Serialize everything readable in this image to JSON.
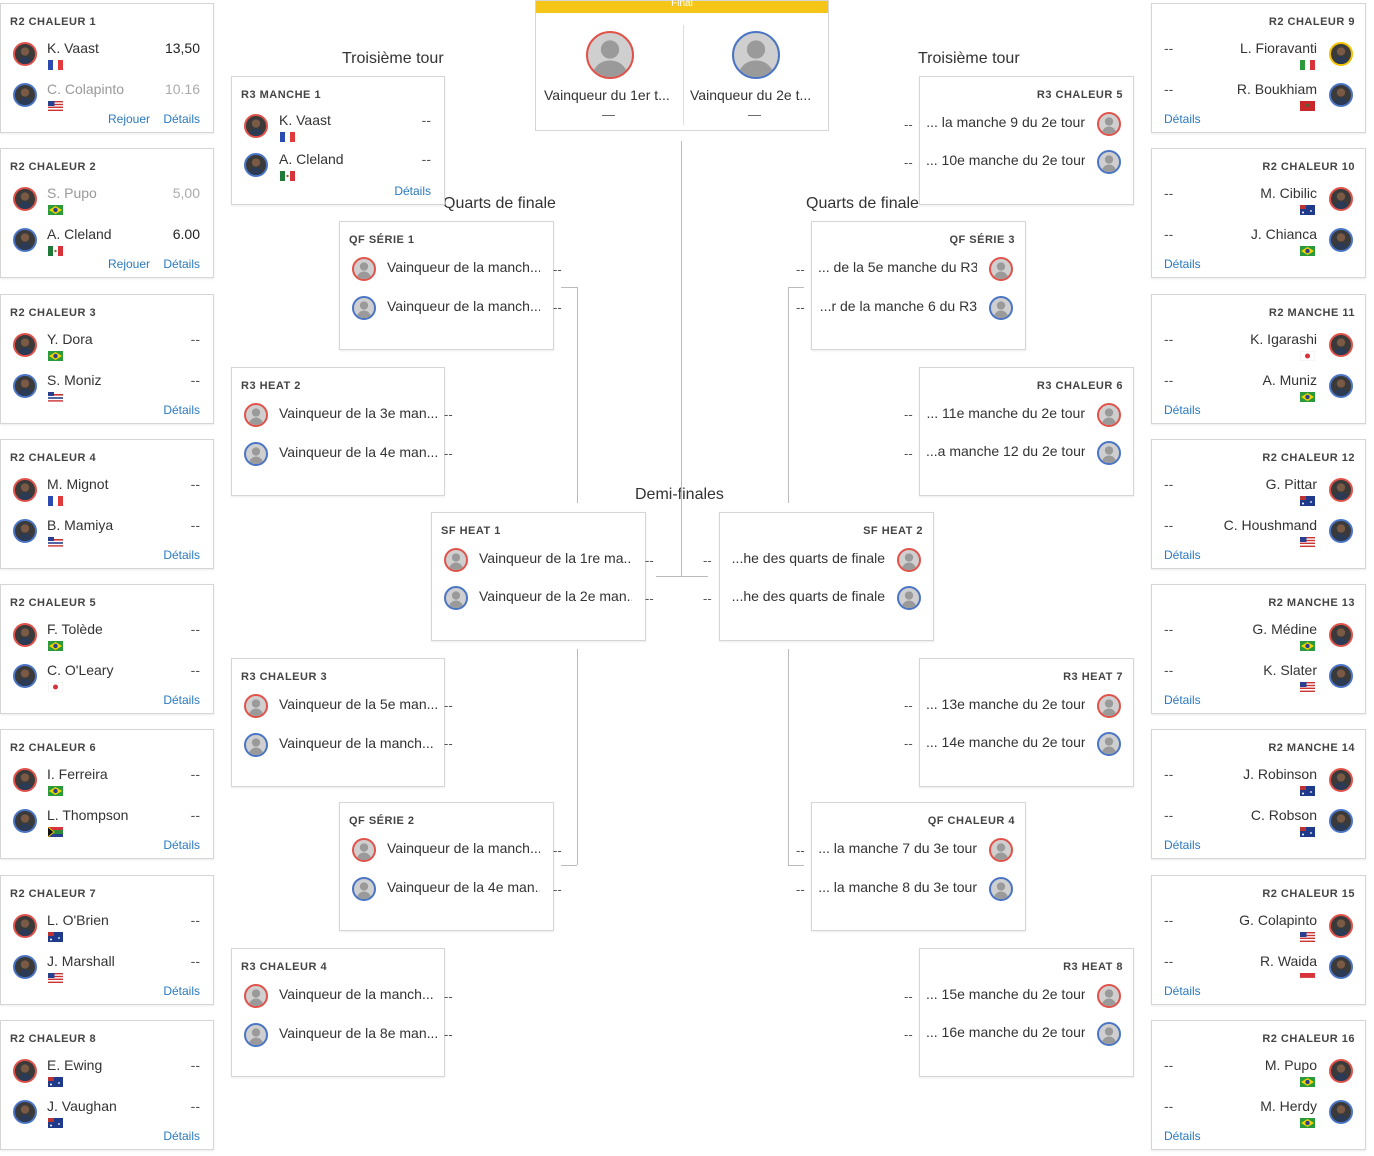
{
  "rounds": {
    "third_left": "Troisième tour",
    "third_right": "Troisième tour",
    "qf_left": "Quarts de finale",
    "qf_right": "Quarts de finale",
    "semis": "Demi-finales"
  },
  "final": {
    "label": "Final",
    "p1": {
      "name": "Vainqueur du 1er t...",
      "score": "—"
    },
    "p2": {
      "name": "Vainqueur du 2e t...",
      "score": "—"
    }
  },
  "links": {
    "rejouer": "Rejouer",
    "details": "Détails"
  },
  "r2_left": [
    {
      "title": "R2 CHALEUR 1",
      "replay": true,
      "p1": {
        "name": "K. Vaast",
        "flag": "fr",
        "score": "13,50",
        "win": true,
        "faded": false
      },
      "p2": {
        "name": "C. Colapinto",
        "flag": "us",
        "score": "10.16",
        "win": false,
        "faded": true
      }
    },
    {
      "title": "R2 CHALEUR 2",
      "replay": true,
      "p1": {
        "name": "S. Pupo",
        "flag": "br",
        "score": "5,00",
        "win": false,
        "faded": true
      },
      "p2": {
        "name": "A. Cleland",
        "flag": "mx",
        "score": "6.00",
        "win": true,
        "faded": false
      }
    },
    {
      "title": "R2 CHALEUR 3",
      "replay": false,
      "p1": {
        "name": "Y. Dora",
        "flag": "br",
        "score": "--"
      },
      "p2": {
        "name": "S. Moniz",
        "flag": "hi",
        "score": "--"
      }
    },
    {
      "title": "R2 CHALEUR 4",
      "replay": false,
      "p1": {
        "name": "M. Mignot",
        "flag": "fr",
        "score": "--"
      },
      "p2": {
        "name": "B. Mamiya",
        "flag": "hi",
        "score": "--"
      }
    },
    {
      "title": "R2 CHALEUR 5",
      "replay": false,
      "p1": {
        "name": "F. Tolède",
        "flag": "br",
        "score": "--"
      },
      "p2": {
        "name": "C. O'Leary",
        "flag": "jp",
        "score": "--"
      }
    },
    {
      "title": "R2 CHALEUR 6",
      "replay": false,
      "p1": {
        "name": "I. Ferreira",
        "flag": "br",
        "score": "--"
      },
      "p2": {
        "name": "L. Thompson",
        "flag": "za",
        "score": "--"
      }
    },
    {
      "title": "R2 CHALEUR 7",
      "replay": false,
      "p1": {
        "name": "L. O'Brien",
        "flag": "au",
        "score": "--"
      },
      "p2": {
        "name": "J. Marshall",
        "flag": "us",
        "score": "--"
      }
    },
    {
      "title": "R2 CHALEUR 8",
      "replay": false,
      "p1": {
        "name": "E. Ewing",
        "flag": "au",
        "score": "--"
      },
      "p2": {
        "name": "J. Vaughan",
        "flag": "au",
        "score": "--"
      }
    }
  ],
  "r2_right": [
    {
      "title": "R2 CHALEUR 9",
      "p1": {
        "name": "L. Fioravanti",
        "flag": "it",
        "score": "--"
      },
      "p2": {
        "name": "R. Boukhiam",
        "flag": "ma",
        "score": "--"
      }
    },
    {
      "title": "R2 CHALEUR 10",
      "p1": {
        "name": "M. Cibilic",
        "flag": "au",
        "score": "--"
      },
      "p2": {
        "name": "J. Chianca",
        "flag": "br",
        "score": "--"
      }
    },
    {
      "title": "R2 MANCHE 11",
      "p1": {
        "name": "K. Igarashi",
        "flag": "jp",
        "score": "--"
      },
      "p2": {
        "name": "A. Muniz",
        "flag": "br",
        "score": "--"
      }
    },
    {
      "title": "R2 CHALEUR 12",
      "p1": {
        "name": "G. Pittar",
        "flag": "au",
        "score": "--"
      },
      "p2": {
        "name": "C. Houshmand",
        "flag": "us",
        "score": "--"
      }
    },
    {
      "title": "R2 MANCHE 13",
      "p1": {
        "name": "G. Médine",
        "flag": "br",
        "score": "--"
      },
      "p2": {
        "name": "K. Slater",
        "flag": "us",
        "score": "--"
      }
    },
    {
      "title": "R2 MANCHE 14",
      "p1": {
        "name": "J. Robinson",
        "flag": "au",
        "score": "--"
      },
      "p2": {
        "name": "C. Robson",
        "flag": "au",
        "score": "--"
      }
    },
    {
      "title": "R2 CHALEUR 15",
      "p1": {
        "name": "G. Colapinto",
        "flag": "us",
        "score": "--"
      },
      "p2": {
        "name": "R. Waida",
        "flag": "id",
        "score": "--"
      }
    },
    {
      "title": "R2 CHALEUR 16",
      "p1": {
        "name": "M. Pupo",
        "flag": "br",
        "score": "--"
      },
      "p2": {
        "name": "M. Herdy",
        "flag": "br",
        "score": "--"
      }
    }
  ],
  "r3_left": [
    {
      "title": "R3 MANCHE 1",
      "details": true,
      "p1": {
        "name": "K. Vaast",
        "flag": "fr",
        "score": "--"
      },
      "p2": {
        "name": "A. Cleland",
        "flag": "mx",
        "score": "--"
      }
    },
    {
      "title": "R3 HEAT 2",
      "p1": {
        "name": "Vainqueur de la 3e man..."
      },
      "p2": {
        "name": "Vainqueur de la 4e man..."
      }
    },
    {
      "title": "R3 CHALEUR 3",
      "p1": {
        "name": "Vainqueur de la 5e man..."
      },
      "p2": {
        "name": "Vainqueur de la manch..."
      }
    },
    {
      "title": "R3 CHALEUR 4",
      "p1": {
        "name": "Vainqueur de la manch..."
      },
      "p2": {
        "name": "Vainqueur de la 8e man..."
      }
    }
  ],
  "r3_right": [
    {
      "title": "R3 CHALEUR 5",
      "p1": {
        "name": "... la manche 9 du 2e tour"
      },
      "p2": {
        "name": "... 10e manche du 2e tour"
      }
    },
    {
      "title": "R3 CHALEUR 6",
      "p1": {
        "name": "... 11e manche du 2e tour"
      },
      "p2": {
        "name": "...a manche 12 du 2e tour"
      }
    },
    {
      "title": "R3 HEAT 7",
      "p1": {
        "name": "... 13e manche du 2e tour"
      },
      "p2": {
        "name": "... 14e manche du 2e tour"
      }
    },
    {
      "title": "R3 HEAT 8",
      "p1": {
        "name": "... 15e manche du 2e tour"
      },
      "p2": {
        "name": "... 16e manche du 2e tour"
      }
    }
  ],
  "qf_left": [
    {
      "title": "QF SÉRIE 1",
      "p1": {
        "name": "Vainqueur de la manch..."
      },
      "p2": {
        "name": "Vainqueur de la manch..."
      }
    },
    {
      "title": "QF SÉRIE 2",
      "p1": {
        "name": "Vainqueur de la manch..."
      },
      "p2": {
        "name": "Vainqueur de la 4e man..."
      }
    }
  ],
  "qf_right": [
    {
      "title": "QF SÉRIE 3",
      "p1": {
        "name": "... de la 5e manche du R3"
      },
      "p2": {
        "name": "...r de la manche 6 du R3"
      }
    },
    {
      "title": "QF CHALEUR 4",
      "p1": {
        "name": "... la manche 7 du 3e tour"
      },
      "p2": {
        "name": "... la manche 8 du 3e tour"
      }
    }
  ],
  "sf": [
    {
      "title": "SF HEAT 1",
      "p1": {
        "name": "Vainqueur de la 1re ma..."
      },
      "p2": {
        "name": "Vainqueur de la 2e man..."
      }
    },
    {
      "title": "SF HEAT 2",
      "p1": {
        "name": "...he des quarts de finale"
      },
      "p2": {
        "name": "...he des quarts de finale"
      }
    }
  ],
  "dash": "--"
}
